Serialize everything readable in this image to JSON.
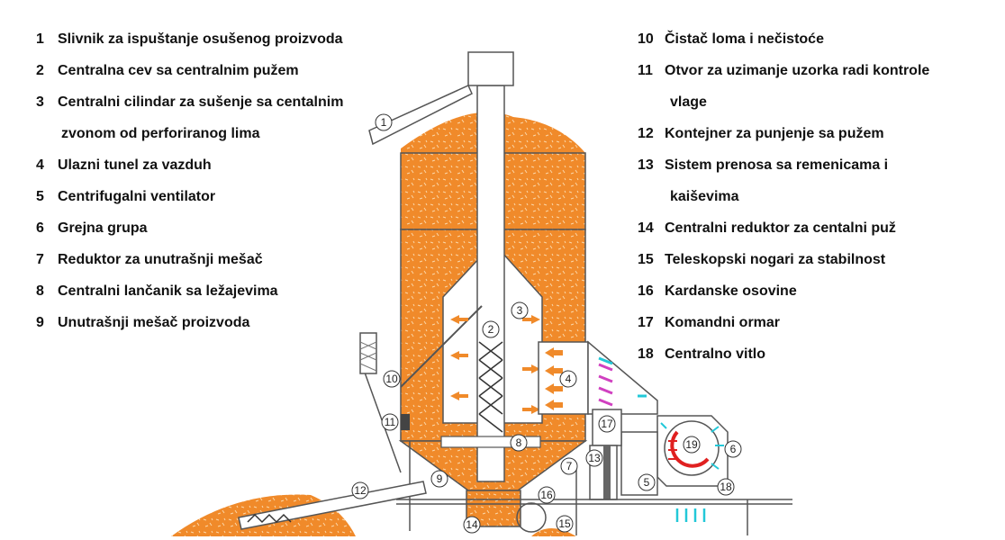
{
  "legend_left": [
    {
      "n": "1",
      "text": "Slivnik za ispuštanje osušenog  proizvoda"
    },
    {
      "n": "2",
      "text": "Centralna cev sa centralnim pužem"
    },
    {
      "n": "3",
      "text": "Centralni cilindar za sušenje sa centalnim",
      "cont": "zvonom od perforiranog lima"
    },
    {
      "n": "4",
      "text": "Ulazni tunel za vazduh"
    },
    {
      "n": "5",
      "text": "Centrifugalni ventilator"
    },
    {
      "n": "6",
      "text": "Grejna grupa"
    },
    {
      "n": "7",
      "text": "Reduktor za unutrašnji mešač"
    },
    {
      "n": "8",
      "text": "Centralni lančanik sa ležajevima"
    },
    {
      "n": "9",
      "text": "Unutrašnji mešač proizvoda"
    }
  ],
  "legend_right": [
    {
      "n": "10",
      "text": "Čistač loma i nečistoće"
    },
    {
      "n": "11",
      "text": "Otvor za uzimanje uzorka radi kontrole",
      "cont": "vlage"
    },
    {
      "n": "12",
      "text": "Kontejner za punjenje sa pužem"
    },
    {
      "n": "13",
      "text": "Sistem prenosa sa remenicama i",
      "cont": "kaiševima"
    },
    {
      "n": "14",
      "text": "Centralni reduktor za centalni puž"
    },
    {
      "n": "15",
      "text": "Teleskopski nogari za stabilnost"
    },
    {
      "n": "16",
      "text": "Kardanske osovine"
    },
    {
      "n": "17",
      "text": "Komandni ormar"
    },
    {
      "n": "18",
      "text": "Centralno vitlo"
    }
  ],
  "callouts": [
    "1",
    "2",
    "3",
    "4",
    "5",
    "6",
    "7",
    "8",
    "9",
    "10",
    "11",
    "12",
    "13",
    "14",
    "15",
    "16",
    "17",
    "18",
    "19"
  ],
  "colors": {
    "grain": "#f08a2a",
    "outline": "#555555",
    "arrow": "#f08a2a",
    "cool_air": "#22c8d8",
    "warm_air": "#d040c0",
    "hot": "#e02020"
  }
}
